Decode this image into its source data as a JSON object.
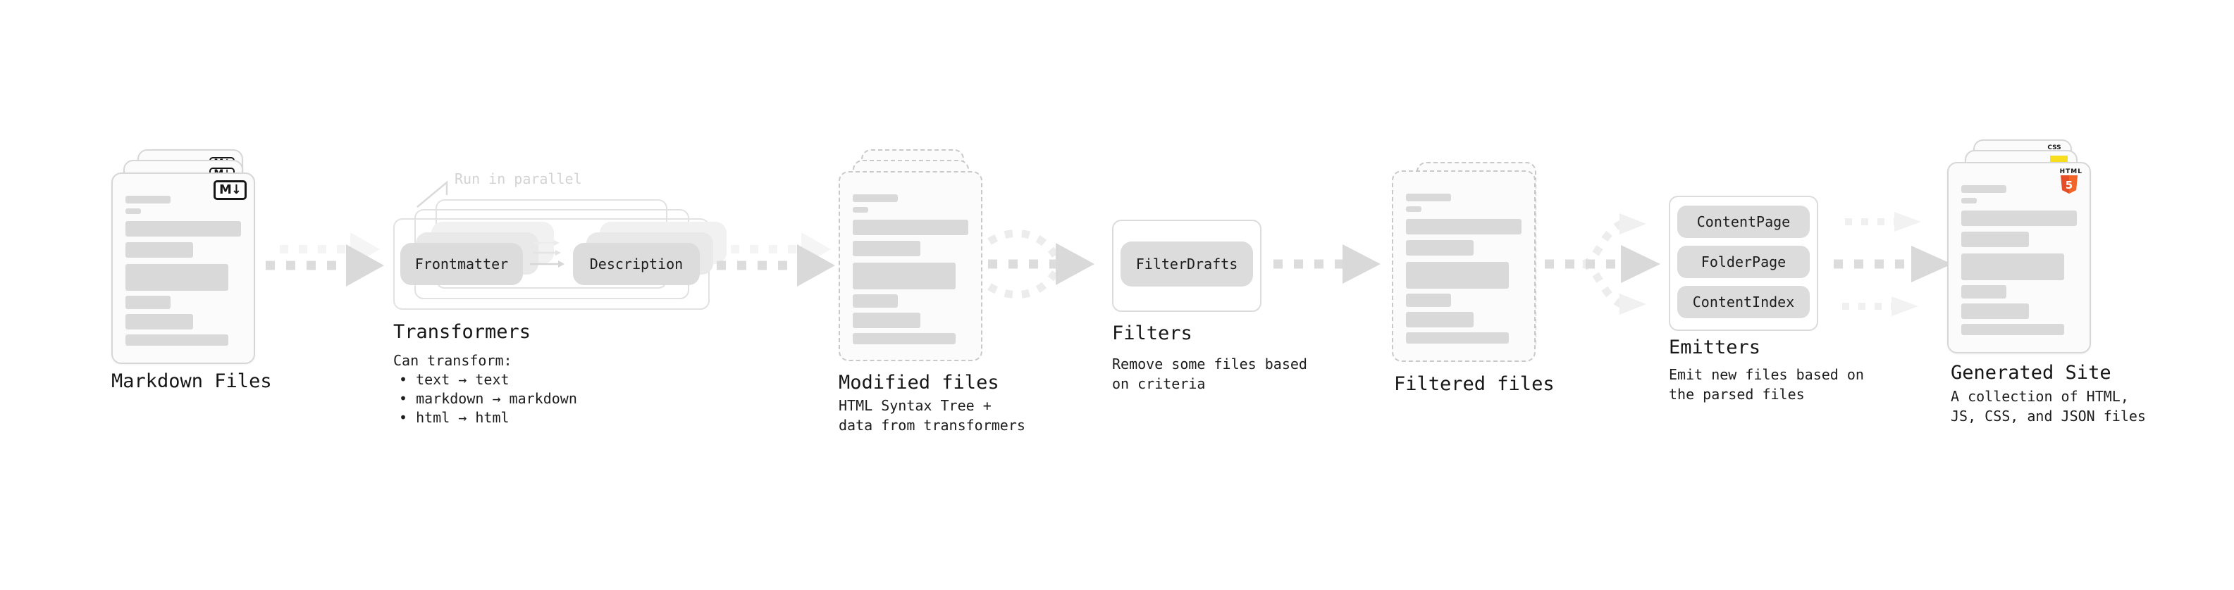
{
  "markdown": {
    "label": "Markdown Files",
    "badge": "M↓"
  },
  "transformers": {
    "note": "Run in parallel",
    "pill_left": "Frontmatter",
    "pill_right": "Description",
    "label": "Transformers",
    "desc_heading": "Can transform:",
    "bullets": [
      "• text → text",
      "• markdown → markdown",
      "• html → html"
    ]
  },
  "modified": {
    "label": "Modified files",
    "desc_lines": [
      "HTML Syntax Tree +",
      "data from transformers"
    ]
  },
  "filters": {
    "pill": "FilterDrafts",
    "label": "Filters",
    "desc_lines": [
      "Remove some files based",
      "on criteria"
    ]
  },
  "filtered": {
    "label": "Filtered files"
  },
  "emitters": {
    "pills": [
      "ContentPage",
      "FolderPage",
      "ContentIndex"
    ],
    "label": "Emitters",
    "desc_lines": [
      "Emit new files based on",
      "the parsed files"
    ]
  },
  "generated": {
    "label": "Generated Site",
    "desc_lines": [
      "A collection of HTML,",
      "JS, CSS, and JSON files"
    ],
    "html_badge_label": "HTML",
    "html_badge_digit": "5",
    "css_badge": "CSS"
  },
  "brand_colors": {
    "html5_orange": "#e44d26",
    "html5_orange_light": "#f16529",
    "js_yellow": "#f7df1e",
    "css_blue": "#2a60e8"
  }
}
